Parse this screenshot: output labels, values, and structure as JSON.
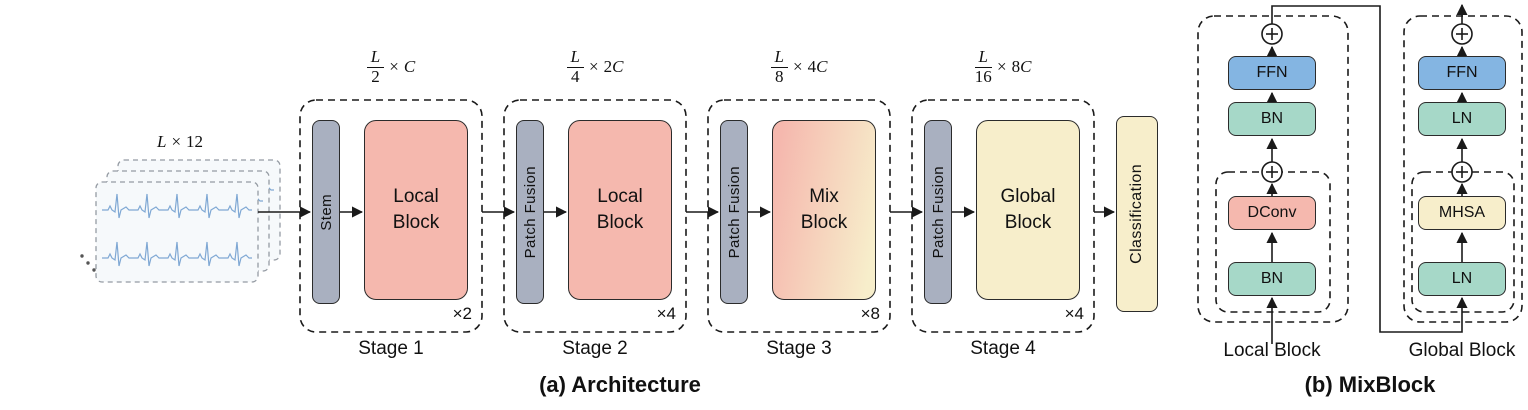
{
  "colors": {
    "salmon": "#f5b8ae",
    "pale_yellow": "#f7eecb",
    "gray_blue": "#a9b0c0",
    "blue": "#84b5e2",
    "teal": "#a6d8c8",
    "line": "#1a1a1a"
  },
  "input": {
    "dim": {
      "var": "L",
      "sign": "×",
      "count": "12"
    }
  },
  "architecture": {
    "caption": "(a) Architecture",
    "head": "Classification",
    "stages": [
      {
        "name": "Stage 1",
        "pre": "Stem",
        "block": "Local Block",
        "repeat": "×2",
        "dim": {
          "num": "L",
          "den": "2",
          "sign": "×",
          "coef": "",
          "var": "C"
        }
      },
      {
        "name": "Stage 2",
        "pre": "Patch Fusion",
        "block": "Local Block",
        "repeat": "×4",
        "dim": {
          "num": "L",
          "den": "4",
          "sign": "×",
          "coef": "2",
          "var": "C"
        }
      },
      {
        "name": "Stage 3",
        "pre": "Patch Fusion",
        "block": "Mix Block",
        "repeat": "×8",
        "dim": {
          "num": "L",
          "den": "8",
          "sign": "×",
          "coef": "4",
          "var": "C"
        }
      },
      {
        "name": "Stage 4",
        "pre": "Patch Fusion",
        "block": "Global Block",
        "repeat": "×4",
        "dim": {
          "num": "L",
          "den": "16",
          "sign": "×",
          "coef": "8",
          "var": "C"
        }
      }
    ]
  },
  "mixblock": {
    "caption": "(b) MixBlock",
    "local": {
      "label": "Local Block",
      "ffn": "FFN",
      "norm_top": "BN",
      "core": "DConv",
      "norm_bottom": "BN"
    },
    "global": {
      "label": "Global Block",
      "ffn": "FFN",
      "norm_top": "LN",
      "core": "MHSA",
      "norm_bottom": "LN"
    }
  }
}
